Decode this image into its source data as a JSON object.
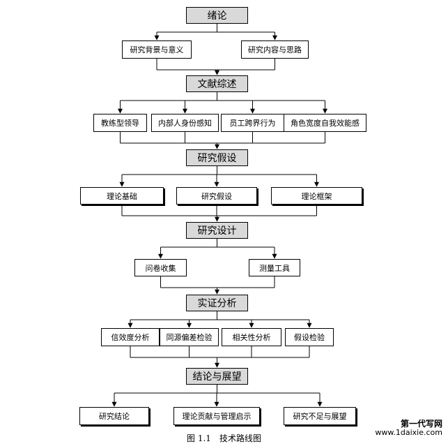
{
  "stages": [
    {
      "label": "绪论",
      "children": [
        "研究背景与意义",
        "研究内容与思路"
      ]
    },
    {
      "label": "文献综述",
      "children": [
        "教练型领导",
        "内部人身份感知",
        "员工跨界行为",
        "角色宽度自我效能感"
      ]
    },
    {
      "label": "研究假设",
      "children": [
        "理论基础",
        "研究假设",
        "理论框架"
      ]
    },
    {
      "label": "研究设计",
      "children": [
        "问卷收集",
        "测量工具"
      ]
    },
    {
      "label": "实证分析",
      "children": [
        "信效度分析",
        "同源偏差检验",
        "相关性分析",
        "假设检验"
      ]
    },
    {
      "label": "结论与展望",
      "children": [
        "研究结论",
        "理论贡献与管理启示",
        "研究不足与展望"
      ]
    }
  ],
  "caption": "图 1.1　技术路线图",
  "watermark": {
    "name": "第一代写网",
    "url": "www.1daixie.com"
  }
}
